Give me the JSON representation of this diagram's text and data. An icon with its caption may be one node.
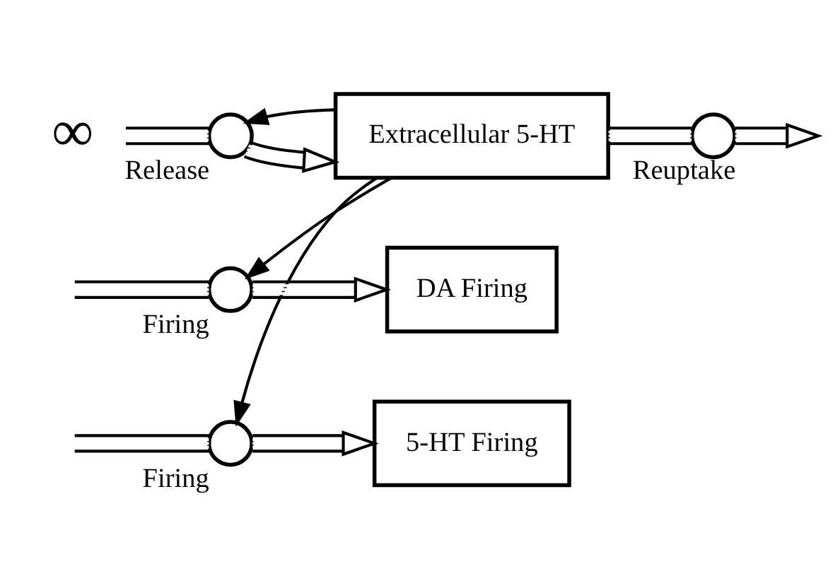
{
  "diagram": {
    "nodes": [
      {
        "text": [
          "∞"
        ]
      },
      {
        "text": [
          "Release"
        ]
      },
      {
        "text": [
          "Extracellular 5-HT"
        ]
      },
      {
        "text": [
          "Reuptake"
        ]
      },
      {
        "text": [
          "Firing"
        ]
      },
      {
        "text": [
          "DA Firing"
        ]
      },
      {
        "text": [
          "Firing"
        ]
      },
      {
        "text": [
          "5-HT Firing"
        ]
      }
    ],
    "edges": [
      {
        "from": 0,
        "to": 1,
        "arrow": "none"
      },
      {
        "from": 1,
        "to": 2,
        "arrow": "to"
      },
      {
        "from": 2,
        "to": 3,
        "arrow": "none"
      },
      {
        "from": 3,
        "to": null,
        "arrow": "to"
      },
      {
        "from": null,
        "to": 4,
        "arrow": "none"
      },
      {
        "from": 4,
        "to": 5,
        "arrow": "to"
      },
      {
        "from": null,
        "to": 6,
        "arrow": "none"
      },
      {
        "from": 6,
        "to": 7,
        "arrow": "to"
      },
      {
        "from": 2,
        "to": 4,
        "arrow": "to"
      },
      {
        "from": 2,
        "to": 1,
        "arrow": "to"
      },
      {
        "from": 2,
        "to": 6,
        "arrow": "to"
      }
    ]
  }
}
